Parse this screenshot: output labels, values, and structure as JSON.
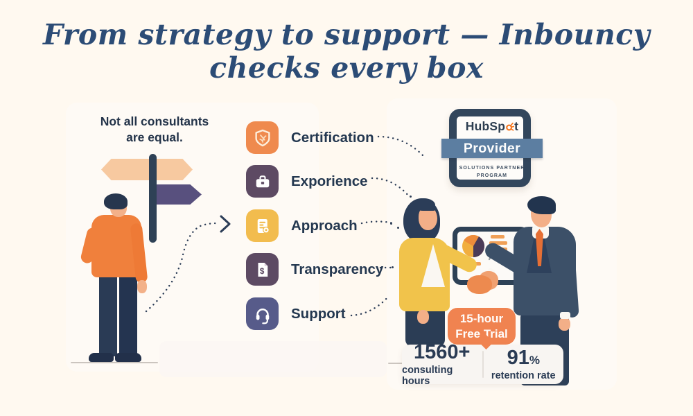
{
  "title": "From strategy to support — Inbouncy checks every box",
  "left_panel": {
    "caption_line1": "Not all consultants",
    "caption_line2": "are equal."
  },
  "criteria": {
    "items": [
      {
        "icon": "shield-certification-icon",
        "label": "Certification",
        "color": "#EF8A4E"
      },
      {
        "icon": "briefcase-icon",
        "label": "Exporience",
        "color": "#5D4A63"
      },
      {
        "icon": "document-gear-icon",
        "label": "Approach",
        "color": "#F2BC4E"
      },
      {
        "icon": "dollar-document-icon",
        "label": "Transparency",
        "color": "#5D4A63"
      },
      {
        "icon": "headset-icon",
        "label": "Support",
        "color": "#575B8A"
      }
    ]
  },
  "hubspot_badge": {
    "brand_prefix": "HubSp",
    "brand_suffix": "t",
    "tier": "Provider",
    "program_line1": "SOLUTIONS PARTNER",
    "program_line2": "PROGRAM"
  },
  "trial_badge": {
    "line1": "15-hour",
    "line2": "Free Trial"
  },
  "stats": {
    "items": [
      {
        "value": "1560+",
        "unit": "",
        "label": "consulting hours"
      },
      {
        "value": "91",
        "unit": "%",
        "label": "retention rate"
      }
    ]
  },
  "colors": {
    "background": "#FFF9F0",
    "title_navy": "#2C4C76",
    "text_navy": "#243850",
    "accent_orange": "#F0803C",
    "hubspot_orange": "#F5761E",
    "provider_band_blue": "#5C7EA1",
    "badge_navy": "#32465C",
    "trial_orange": "#F08350",
    "yellow": "#F1C34B",
    "plum": "#5D4A63",
    "indigo": "#575B8A"
  }
}
